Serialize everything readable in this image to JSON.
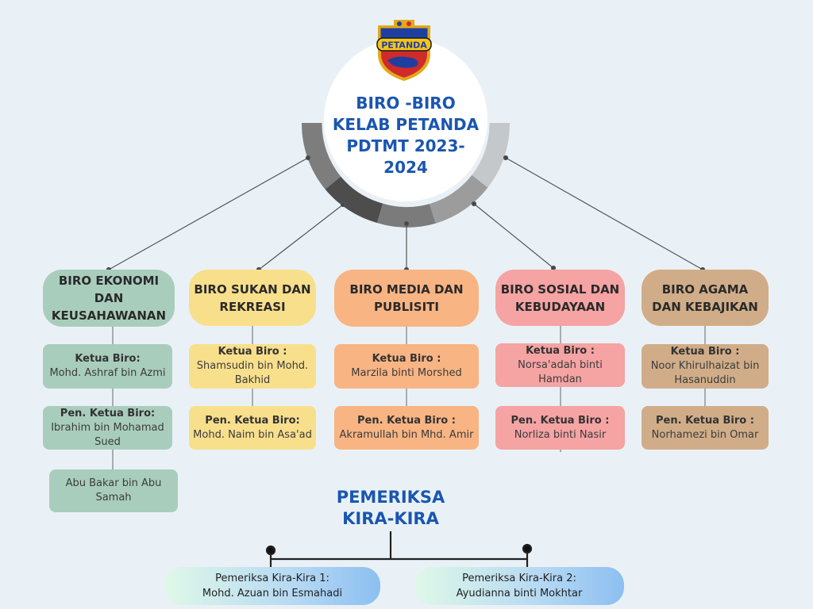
{
  "hub": {
    "title": "BIRO -BIRO KELAB PETANDA PDTMT 2023-2024",
    "logo_text": "PETANDA"
  },
  "colors": {
    "hub_text": "#1a56b0",
    "ekonomi": "#a9cdbd",
    "sukan": "#f8df8c",
    "media": "#f8b483",
    "sosial": "#f5a3a3",
    "agama": "#d0ad88"
  },
  "biro": [
    {
      "name": "BIRO EKONOMI DAN KEUSAHAWANAN",
      "ketua_label": "Ketua Biro:",
      "ketua_name": "Mohd. Ashraf bin Azmi",
      "pen_label": "Pen. Ketua Biro:",
      "pen_name": "Ibrahim bin Mohamad Sued",
      "ahli_name": "Abu Bakar bin Abu Samah"
    },
    {
      "name": "BIRO SUKAN DAN REKREASI",
      "ketua_label": "Ketua Biro :",
      "ketua_name": "Shamsudin bin Mohd. Bakhid",
      "pen_label": "Pen. Ketua Biro:",
      "pen_name": "Mohd. Naim bin Asa'ad"
    },
    {
      "name": "BIRO MEDIA DAN PUBLISITI",
      "ketua_label": "Ketua Biro :",
      "ketua_name": "Marzila binti Morshed",
      "pen_label": "Pen. Ketua Biro :",
      "pen_name": "Akramullah bin Mhd. Amir"
    },
    {
      "name": "BIRO SOSIAL DAN KEBUDAYAAN",
      "ketua_label": "Ketua Biro :",
      "ketua_name": "Norsa'adah binti Hamdan",
      "pen_label": "Pen. Ketua Biro :",
      "pen_name": "Norliza binti Nasir"
    },
    {
      "name": "BIRO AGAMA DAN KEBAJIKAN",
      "ketua_label": "Ketua Biro :",
      "ketua_name": "Noor Khirulhaizat bin Hasanuddin",
      "pen_label": "Pen. Ketua Biro :",
      "pen_name": "Norhamezi bin Omar"
    }
  ],
  "pemeriksa": {
    "title": "PEMERIKSA KIRA-KIRA",
    "items": [
      {
        "label": "Pemeriksa Kira-Kira 1:",
        "name": "Mohd. Azuan bin Esmahadi"
      },
      {
        "label": "Pemeriksa Kira-Kira 2:",
        "name": "Ayudianna binti Mokhtar"
      }
    ]
  }
}
